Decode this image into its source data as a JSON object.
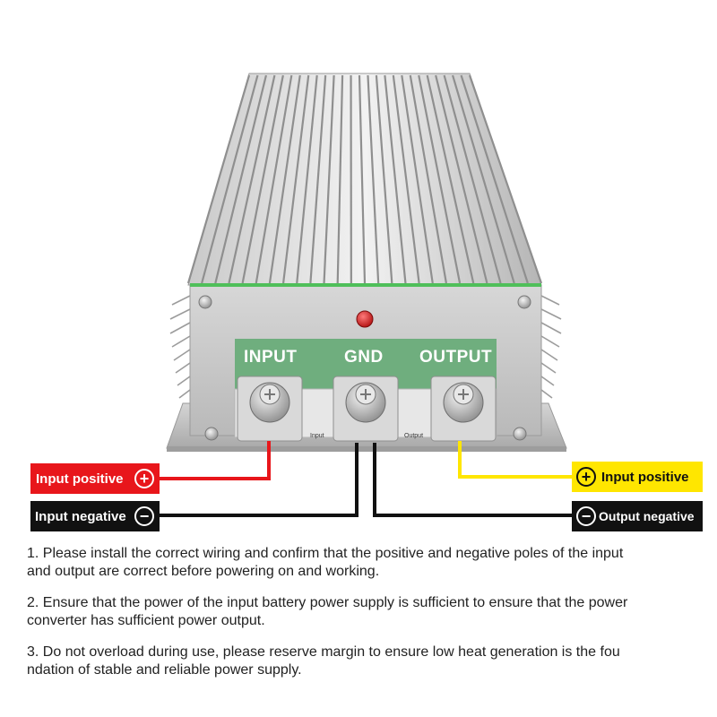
{
  "panel": {
    "input_label": "INPUT",
    "gnd_label": "GND",
    "output_label": "OUTPUT",
    "small_input": "Input",
    "small_output": "Output"
  },
  "callouts": {
    "left_positive": "Input positive",
    "left_negative": "Input negative",
    "right_positive": "Input positive",
    "right_negative": "Output negative",
    "plus_symbol": "+",
    "minus_symbol": "−"
  },
  "notes": [
    "1. Please install the correct wiring and confirm that the positive and negative poles of the input\nand output are correct before powering on and working.",
    "2. Ensure that the power of the input battery power supply is sufficient to ensure that the power\n converter has sufficient power output.",
    "3. Do not overload during use, please reserve margin to ensure low heat generation is the fou\nndation of stable and reliable power supply."
  ],
  "colors": {
    "positive_red": "#e8161b",
    "positive_yellow": "#ffe600",
    "negative_black": "#111111",
    "panel_green": "#6fae7e",
    "led_red": "#d62020"
  }
}
